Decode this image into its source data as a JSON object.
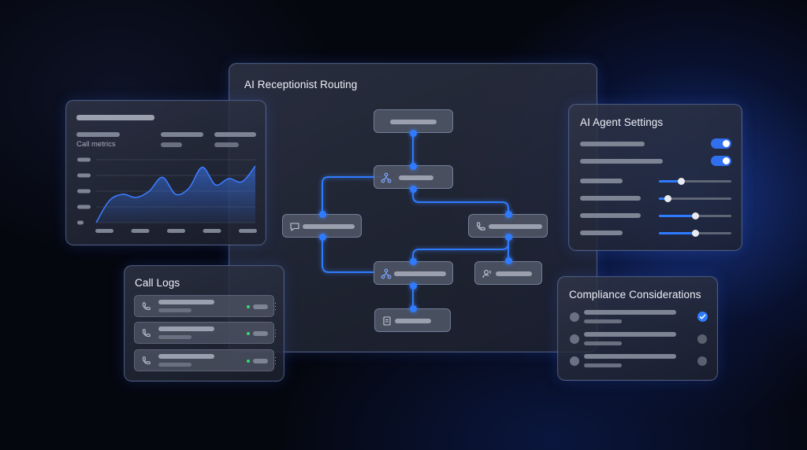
{
  "routing_panel": {
    "title": "AI Receptionist Routing",
    "node_icons": [
      "routing-icon",
      "chat-icon",
      "phone-icon",
      "routing-icon",
      "user-voice-icon",
      "document-icon"
    ]
  },
  "metrics_panel": {
    "label": "Call metrics",
    "chart_data": {
      "type": "area",
      "title": "",
      "x": [
        0,
        1,
        2,
        3,
        4,
        5,
        6,
        7,
        8,
        9,
        10,
        11,
        12
      ],
      "series": [
        {
          "values": [
            0.0,
            0.35,
            0.45,
            0.4,
            0.5,
            0.72,
            0.45,
            0.55,
            0.88,
            0.6,
            0.7,
            0.65,
            0.9
          ]
        }
      ],
      "ylim": [
        0,
        1
      ],
      "grid": true,
      "color": "#3b7bff"
    }
  },
  "call_logs": {
    "title": "Call Logs",
    "rows": [
      {
        "icon": "phone-icon",
        "status": "active",
        "status_color": "#36d96b"
      },
      {
        "icon": "phone-icon",
        "status": "active",
        "status_color": "#36d96b"
      },
      {
        "icon": "phone-icon",
        "status": "active",
        "status_color": "#36d96b"
      }
    ]
  },
  "agent_settings": {
    "title": "AI Agent Settings",
    "toggles": [
      true,
      true
    ],
    "sliders": [
      0.3,
      0.12,
      0.5,
      0.5
    ]
  },
  "compliance": {
    "title": "Compliance Considerations",
    "items": [
      {
        "checked": true
      },
      {
        "checked": false
      },
      {
        "checked": false
      }
    ]
  },
  "colors": {
    "accent": "#2f7bff",
    "background": "#05070f",
    "status_ok": "#36d96b"
  }
}
